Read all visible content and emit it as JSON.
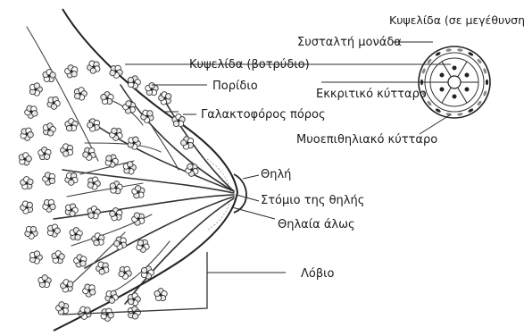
{
  "labels": {
    "alveolus_magnified_title": "Κυψελίδα (σε μεγέθυνση)",
    "contractile_unit": "Συσταλτή μονάδα",
    "alveolus_grape": "Κυψελίδα (βοτρύδιο)",
    "ductule": "Πορίδιο",
    "secretory_cell": "Εκκριτικό κύτταρο",
    "lactiferous_duct": "Γαλακτοφόρος πόρος",
    "myoepithelial_cell": "Μυοεπιθηλιακό κύτταρο",
    "nipple": "Θηλή",
    "nipple_opening": "Στόμιο της θηλής",
    "areola": "Θηλαία άλως",
    "lobe": "Λόβιο"
  },
  "colors": {
    "ink": "#1a1a1a",
    "paper": "#ffffff"
  }
}
